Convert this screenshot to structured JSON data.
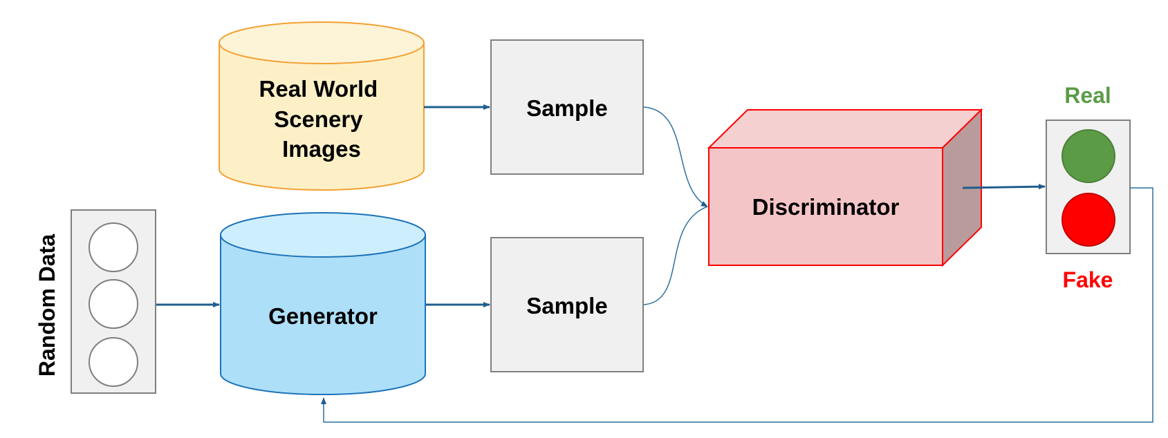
{
  "nodes": {
    "random_data": {
      "label": "Random Data",
      "fill": "#f0f0f0",
      "stroke": "#7f7f7f"
    },
    "real_images": {
      "label_lines": [
        "Real World",
        "Scenery",
        "Images"
      ],
      "fill": "#fdf0c7",
      "top_fill": "#fdf3d6",
      "stroke": "#f3a033"
    },
    "generator": {
      "label": "Generator",
      "fill": "#addff9",
      "top_fill": "#cdeefc",
      "stroke": "#1d72b8"
    },
    "sample_real": {
      "label": "Sample",
      "fill": "#f0f0f0",
      "stroke": "#7f7f7f"
    },
    "sample_fake": {
      "label": "Sample",
      "fill": "#f0f0f0",
      "stroke": "#7f7f7f"
    },
    "discriminator": {
      "label": "Discriminator",
      "front_fill": "#f4c5c7",
      "top_fill": "#f4d0d1",
      "side_fill": "#b99b9c",
      "stroke": "#ff0000"
    },
    "output": {
      "real_label": "Real",
      "real_color": "#5b9b46",
      "fake_label": "Fake",
      "fake_color": "#ff0000",
      "panel_fill": "#f0f0f0"
    }
  },
  "colors": {
    "arrow": "#1f5e8c",
    "curve": "#2a6f9e"
  }
}
